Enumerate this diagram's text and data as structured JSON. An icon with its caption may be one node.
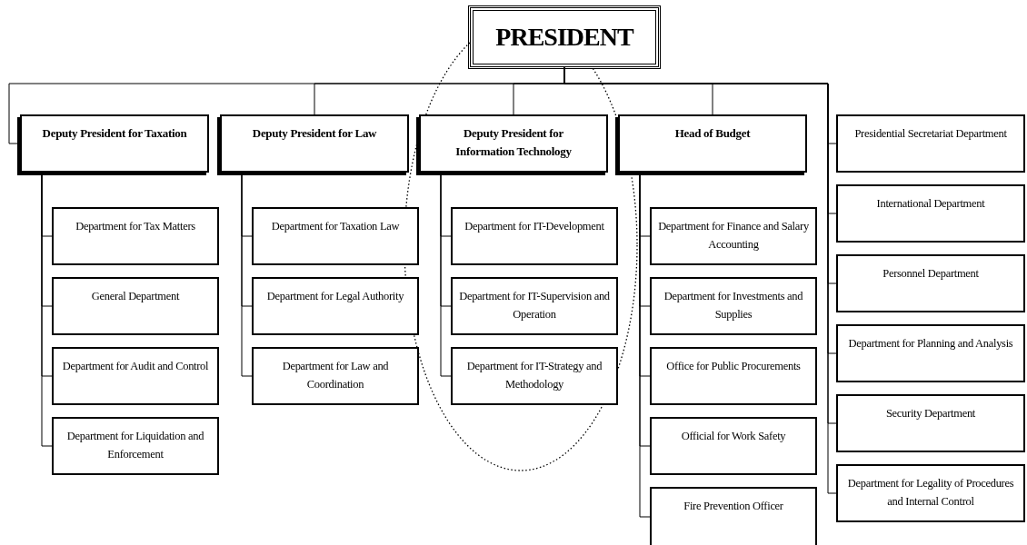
{
  "diagram": {
    "nodes": [
      {
        "text": [
          "PRESIDENT"
        ]
      },
      {
        "text": [
          "Deputy President for Taxation"
        ]
      },
      {
        "text": [
          "Deputy President for Law"
        ]
      },
      {
        "text": [
          "Deputy President for Information Technology"
        ]
      },
      {
        "text": [
          "Head of Budget"
        ]
      },
      {
        "text": [
          "Presidential Secretariat Department"
        ]
      },
      {
        "text": [
          "International Department"
        ]
      },
      {
        "text": [
          "Personnel Department"
        ]
      },
      {
        "text": [
          "Department for Planning and Analysis"
        ]
      },
      {
        "text": [
          "Security Department"
        ]
      },
      {
        "text": [
          "Department for Legality of Procedures and Internal Control"
        ]
      },
      {
        "text": [
          "Department for Tax Matters"
        ]
      },
      {
        "text": [
          "General Department"
        ]
      },
      {
        "text": [
          "Department for Audit and Control"
        ]
      },
      {
        "text": [
          "Department for Liquidation and Enforcement"
        ]
      },
      {
        "text": [
          "Department for Taxation Law"
        ]
      },
      {
        "text": [
          "Department for Legal Authority"
        ]
      },
      {
        "text": [
          "Department for Law and Coordination"
        ]
      },
      {
        "text": [
          "Department for IT-Development"
        ]
      },
      {
        "text": [
          "Department for IT-Supervision and Operation"
        ]
      },
      {
        "text": [
          "Department for IT-Strategy and Methodology"
        ]
      },
      {
        "text": [
          "Department for Finance and Salary Accounting"
        ]
      },
      {
        "text": [
          "Department for Investments and Supplies"
        ]
      },
      {
        "text": [
          "Office for Public Procurements"
        ]
      },
      {
        "text": [
          "Official for Work Safety"
        ]
      },
      {
        "text": [
          "Fire Prevention Officer"
        ]
      }
    ],
    "edges": [
      {
        "from": 0,
        "to": 1,
        "arrow": "none"
      },
      {
        "from": 0,
        "to": 2,
        "arrow": "none"
      },
      {
        "from": 0,
        "to": 3,
        "arrow": "none"
      },
      {
        "from": 0,
        "to": 4,
        "arrow": "none"
      },
      {
        "from": 0,
        "to": 5,
        "arrow": "none"
      },
      {
        "from": 0,
        "to": 6,
        "arrow": "none"
      },
      {
        "from": 0,
        "to": 7,
        "arrow": "none"
      },
      {
        "from": 0,
        "to": 8,
        "arrow": "none"
      },
      {
        "from": 0,
        "to": 9,
        "arrow": "none"
      },
      {
        "from": 0,
        "to": 10,
        "arrow": "none"
      },
      {
        "from": 1,
        "to": 11,
        "arrow": "none"
      },
      {
        "from": 1,
        "to": 12,
        "arrow": "none"
      },
      {
        "from": 1,
        "to": 13,
        "arrow": "none"
      },
      {
        "from": 1,
        "to": 14,
        "arrow": "none"
      },
      {
        "from": 2,
        "to": 15,
        "arrow": "none"
      },
      {
        "from": 2,
        "to": 16,
        "arrow": "none"
      },
      {
        "from": 2,
        "to": 17,
        "arrow": "none"
      },
      {
        "from": 3,
        "to": 18,
        "arrow": "none"
      },
      {
        "from": 3,
        "to": 19,
        "arrow": "none"
      },
      {
        "from": 3,
        "to": 20,
        "arrow": "none"
      },
      {
        "from": 4,
        "to": 21,
        "arrow": "none"
      },
      {
        "from": 4,
        "to": 22,
        "arrow": "none"
      },
      {
        "from": 4,
        "to": 23,
        "arrow": "none"
      },
      {
        "from": 4,
        "to": 24,
        "arrow": "none"
      },
      {
        "from": 4,
        "to": 25,
        "arrow": "none"
      }
    ]
  }
}
